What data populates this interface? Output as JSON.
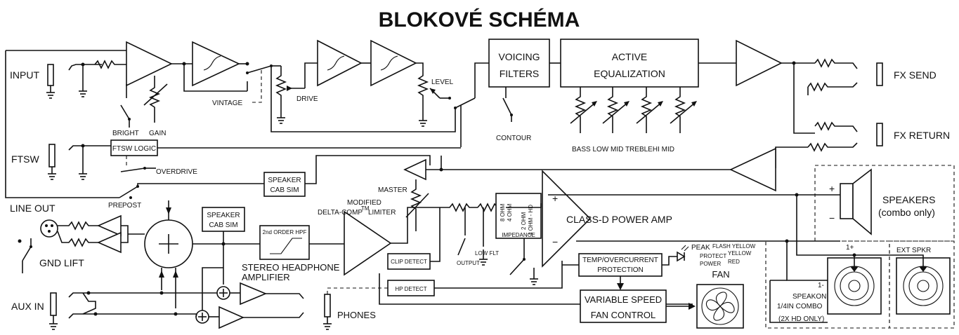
{
  "title": "BLOKOVÉ SCHÉMA",
  "labels": {
    "input": "INPUT",
    "ftsw": "FTSW",
    "line_out": "LINE OUT",
    "gnd_lift": "GND LIFT",
    "aux_in": "AUX IN",
    "bright": "BRIGHT",
    "gain": "GAIN",
    "vintage": "VINTAGE",
    "drive": "DRIVE",
    "level": "LEVEL",
    "ftsw_logic": "FTSW LOGIC",
    "overdrive": "OVERDRIVE",
    "pre": "PRE",
    "post": "POST",
    "speaker_cab_sim_1": [
      "SPEAKER",
      "CAB SIM"
    ],
    "speaker_cab_sim_2": [
      "SPEAKER",
      "CAB SIM"
    ],
    "voicing_filters": [
      "VOICING",
      "FILTERS"
    ],
    "contour": "CONTOUR",
    "active_eq": [
      "ACTIVE",
      "EQUALIZATION"
    ],
    "eq_bands": "BASS LOW MID TREBLEHI MID",
    "master": "MASTER",
    "modified": "MODIFIED",
    "delta_comp": "DELTA-COMP",
    "tm": "TM",
    "limiter": "LIMITER",
    "filter_2nd": "2nd ORDER HPF",
    "clip_detect": "CLIP DETECT",
    "hp_detect": "HP DETECT",
    "output": "OUTPUT",
    "low_flt": "LOW FLT",
    "impedance": "IMPEDANCE",
    "imp_left": [
      "8 OHM",
      "4 OHM"
    ],
    "imp_right": [
      "2 OHM",
      "4 OHM - HD"
    ],
    "class_d": "CLASS-D POWER AMP",
    "plus": "+",
    "minus": "−",
    "stereo_hp": [
      "STEREO HEADPHONE",
      "AMPLIFIER"
    ],
    "phones": "PHONES",
    "temp_protect": [
      "TEMP/OVERCURRENT",
      "PROTECTION"
    ],
    "peak": "PEAK",
    "protect": "PROTECT",
    "power": "POWER",
    "flash_yellow": "FLASH YELLOW",
    "yellow": "YELLOW",
    "red": "RED",
    "fan": "FAN",
    "fan_control": [
      "VARIABLE SPEED",
      "FAN CONTROL"
    ],
    "fx_send": "FX SEND",
    "fx_return": "FX RETURN",
    "speakers": "SPEAKERS",
    "combo_only": "(combo only)",
    "ext_spkr": "EXT SPKR",
    "one_plus": "1+",
    "one_minus": "1-",
    "speakon": [
      "SPEAKON",
      "1/4IN COMBO",
      "(2X HD ONLY)"
    ]
  }
}
